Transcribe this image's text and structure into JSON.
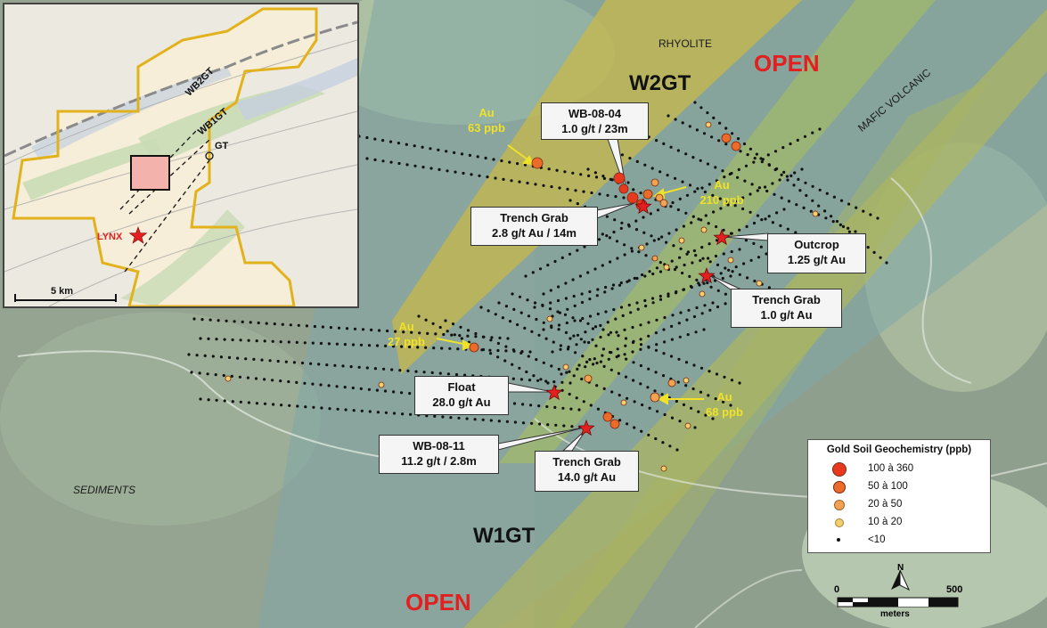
{
  "map": {
    "zones": {
      "rhyolite": "RHYOLITE",
      "mafic_volcanic": "MAFIC VOLCANIC",
      "sediments": "SEDIMENTS"
    },
    "trends": {
      "w2gt": "W2GT",
      "w1gt": "W1GT"
    },
    "open_labels": [
      "OPEN",
      "OPEN"
    ],
    "callouts": {
      "wb_08_04": [
        "WB-08-04",
        "1.0 g/t / 23m"
      ],
      "trench_grab_1": [
        "Trench Grab",
        "2.8 g/t Au / 14m"
      ],
      "outcrop": [
        "Outcrop",
        "1.25 g/t Au"
      ],
      "trench_grab_2": [
        "Trench Grab",
        "1.0 g/t Au"
      ],
      "float": [
        "Float",
        "28.0 g/t Au"
      ],
      "wb_08_11": [
        "WB-08-11",
        "11.2 g/t / 2.8m"
      ],
      "trench_grab_3": [
        "Trench Grab",
        "14.0 g/t Au"
      ]
    },
    "au_labels": {
      "au63": [
        "Au",
        "63 ppb"
      ],
      "au210": [
        "Au",
        "210 ppb"
      ],
      "au27": [
        "Au",
        "27 ppb"
      ],
      "au68": [
        "Au",
        "68 ppb"
      ]
    },
    "colors": {
      "open": "#e2201f",
      "au_label": "#f0e12a",
      "rhyolite_band": "#c7b84a",
      "mafic_band": "#9fb96a",
      "star": "#e2201f"
    }
  },
  "inset": {
    "labels": {
      "wb2gt": "WB2GT",
      "wb1gt": "WB1GT",
      "gt": "GT",
      "lynx": "LYNX"
    },
    "scale_label": "5 km"
  },
  "legend": {
    "title": "Gold Soil Geochemistry (ppb)",
    "items": [
      {
        "label": "100  à  360",
        "color": "#e8391f"
      },
      {
        "label": "50  à  100",
        "color": "#ec6a2a"
      },
      {
        "label": "20  à    50",
        "color": "#f2a253"
      },
      {
        "label": "10  à    20",
        "color": "#f4cf6e"
      },
      {
        "label": "<10",
        "color": "#111111"
      }
    ]
  },
  "scale_bar": {
    "start": "0",
    "end": "500",
    "unit": "meters",
    "north": "N"
  }
}
